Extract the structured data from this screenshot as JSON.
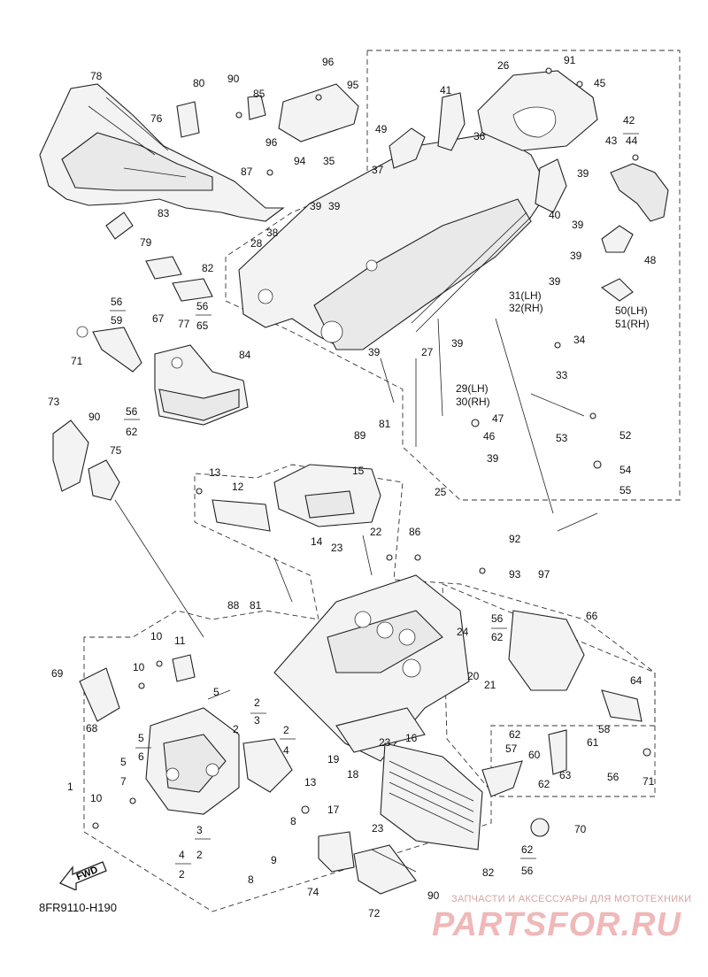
{
  "diagram_code": "8FR9110-H190",
  "fwd_label": "FWD",
  "watermark": {
    "caption": "ЗАПЧАСТИ И АКСЕССУАРЫ ДЛЯ МОТОТЕХНИКИ",
    "logo": "PARTSFOR.RU"
  },
  "callouts": {
    "c1": "1",
    "c2a": "2",
    "c2b": "2",
    "c2c": "2",
    "c2d": "2",
    "c2e": "2",
    "c3a": "3",
    "c3b": "3",
    "c4a": "4",
    "c4b": "4",
    "c5a": "5",
    "c5b": "5",
    "c5c": "5",
    "c6": "6",
    "c7": "7",
    "c8a": "8",
    "c8b": "8",
    "c9": "9",
    "c10a": "10",
    "c10b": "10",
    "c10c": "10",
    "c11": "11",
    "c12": "12",
    "c13a": "13",
    "c13b": "13",
    "c14": "14",
    "c15": "15",
    "c16": "16",
    "c17": "17",
    "c18": "18",
    "c19": "19",
    "c20": "20",
    "c21": "21",
    "c22": "22",
    "c23a": "23",
    "c23b": "23",
    "c23c": "23",
    "c24": "24",
    "c25": "25",
    "c26": "26",
    "c27": "27",
    "c28": "28",
    "c29": "29(LH)",
    "c30": "30(RH)",
    "c31": "31(LH)",
    "c32": "32(RH)",
    "c33": "33",
    "c34": "34",
    "c35": "35",
    "c36": "36",
    "c37": "37",
    "c38": "38",
    "c39a": "39",
    "c39b": "39",
    "c39c": "39",
    "c39d": "39",
    "c39e": "39",
    "c39f": "39",
    "c39g": "39",
    "c39h": "39",
    "c39i": "39",
    "c40": "40",
    "c41": "41",
    "c42": "42",
    "c43": "43",
    "c44": "44",
    "c45": "45",
    "c46": "46",
    "c47": "47",
    "c48": "48",
    "c49": "49",
    "c50": "50(LH)",
    "c51": "51(RH)",
    "c52": "52",
    "c53": "53",
    "c54": "54",
    "c55": "55",
    "c56a": "56",
    "c56b": "56",
    "c56c": "56",
    "c56d": "56",
    "c56e": "56",
    "c56f": "56",
    "c57": "57",
    "c58": "58",
    "c59": "59",
    "c60": "60",
    "c61": "61",
    "c62a": "62",
    "c62b": "62",
    "c62c": "62",
    "c62d": "62",
    "c62e": "62",
    "c63": "63",
    "c64": "64",
    "c65": "65",
    "c66": "66",
    "c67": "67",
    "c68": "68",
    "c69": "69",
    "c70": "70",
    "c71a": "71",
    "c71b": "71",
    "c72": "72",
    "c73": "73",
    "c74": "74",
    "c75": "75",
    "c76": "76",
    "c77": "77",
    "c78": "78",
    "c79": "79",
    "c80": "80",
    "c81a": "81",
    "c81b": "81",
    "c82a": "82",
    "c82b": "82",
    "c83": "83",
    "c84": "84",
    "c85": "85",
    "c86": "86",
    "c87": "87",
    "c88": "88",
    "c89": "89",
    "c90a": "90",
    "c90b": "90",
    "c90c": "90",
    "c91": "91",
    "c92": "92",
    "c93": "93",
    "c94": "94",
    "c95": "95",
    "c96a": "96",
    "c96b": "96",
    "c97": "97"
  }
}
